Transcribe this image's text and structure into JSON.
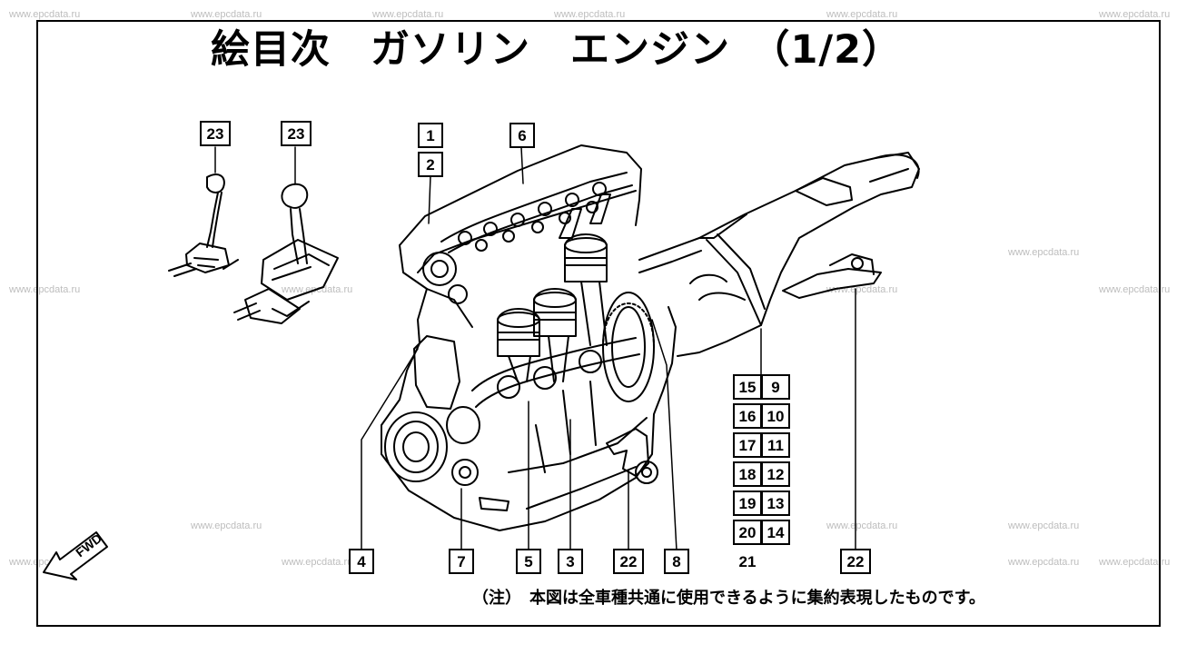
{
  "title": "絵目次　ガソリン　エンジン　（1/2）",
  "watermark": "www.epcdata.ru",
  "fwd_label": "FWD",
  "note": "（注）　本図は全車種共通に使用できるように集約表現したものです。",
  "callouts": {
    "c23a": "23",
    "c23b": "23",
    "c1": "1",
    "c2": "2",
    "c6": "6",
    "c15": "15",
    "c9": "9",
    "c16": "16",
    "c10": "10",
    "c17": "17",
    "c11": "11",
    "c18": "18",
    "c12": "12",
    "c19": "19",
    "c13": "13",
    "c20": "20",
    "c14": "14",
    "c21": "21",
    "c4": "4",
    "c7": "7",
    "c5": "5",
    "c3": "3",
    "c22a": "22",
    "c8": "8",
    "c22b": "22"
  }
}
